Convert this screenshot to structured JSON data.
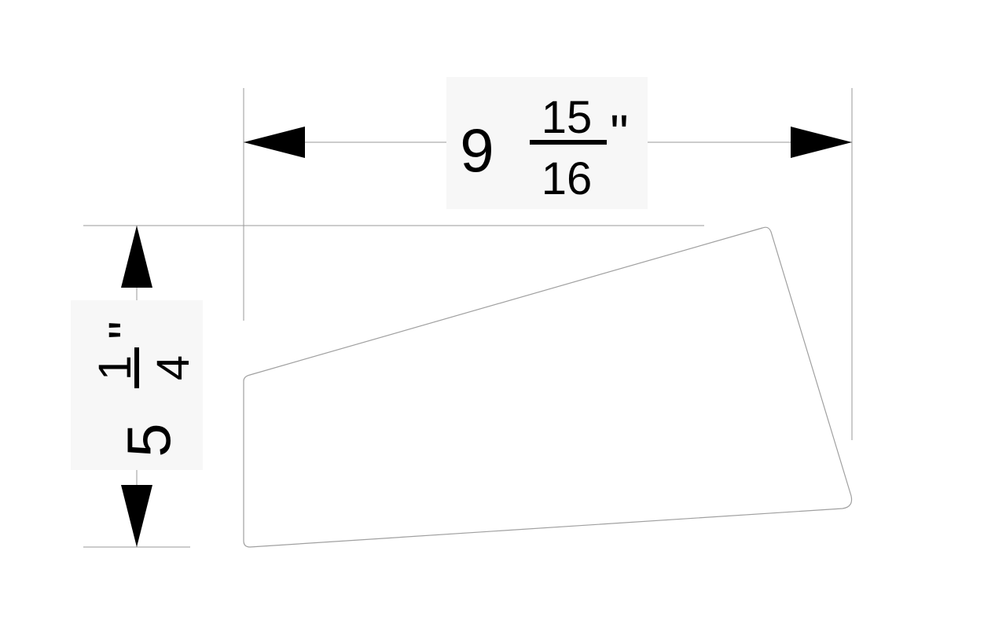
{
  "drawing": {
    "width_dimension": {
      "whole": "9",
      "numerator": "15",
      "denominator": "16",
      "unit_mark": "\""
    },
    "height_dimension": {
      "whole": "5",
      "numerator": "1",
      "denominator": "4",
      "unit_mark": "\""
    },
    "colors": {
      "line": "#000000",
      "extension_line": "#999999",
      "label_background": "#f7f7f7",
      "shape_outline": "#a0a0a0"
    }
  }
}
